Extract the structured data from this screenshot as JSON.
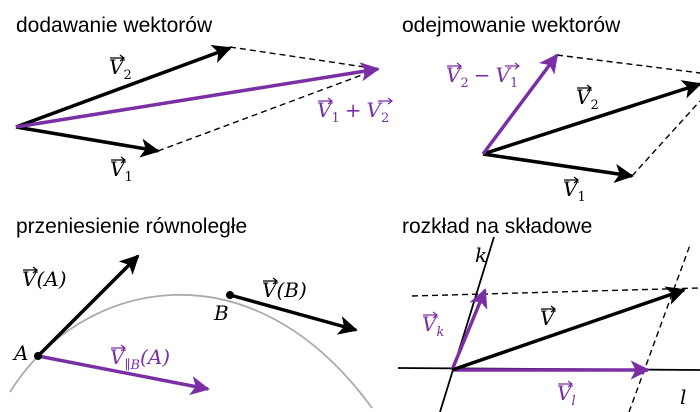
{
  "colors": {
    "black": "#000000",
    "purple": "#7a2fa4",
    "gray": "#aaaaaa"
  },
  "panels": {
    "addition": {
      "title": "dodawanie wektorów",
      "v2": {
        "name": "V",
        "sub": "2"
      },
      "v1": {
        "name": "V",
        "sub": "1"
      },
      "sum": {
        "n1": "V",
        "s1": "1",
        "op": "+",
        "n2": "V",
        "s2": "2"
      }
    },
    "subtraction": {
      "title": "odejmowanie wektorów",
      "diff": {
        "n1": "V",
        "s1": "2",
        "op": "−",
        "n2": "V",
        "s2": "1"
      },
      "v2": {
        "name": "V",
        "sub": "2"
      },
      "v1": {
        "name": "V",
        "sub": "1"
      }
    },
    "transport": {
      "title": "przeniesienie równoległe",
      "va": {
        "name": "V",
        "arg": "(A)"
      },
      "vb": {
        "name": "V",
        "arg": "(B)"
      },
      "vpar": {
        "name": "V",
        "sub": "∥B",
        "arg": "(A)"
      },
      "point_a": "A",
      "point_b": "B"
    },
    "decomposition": {
      "title": "rozkład na składowe",
      "axis_k": "k",
      "axis_l": "l",
      "v": {
        "name": "V"
      },
      "vk": {
        "name": "V",
        "sub": "k"
      },
      "vl": {
        "name": "V",
        "sub": "l"
      }
    }
  }
}
